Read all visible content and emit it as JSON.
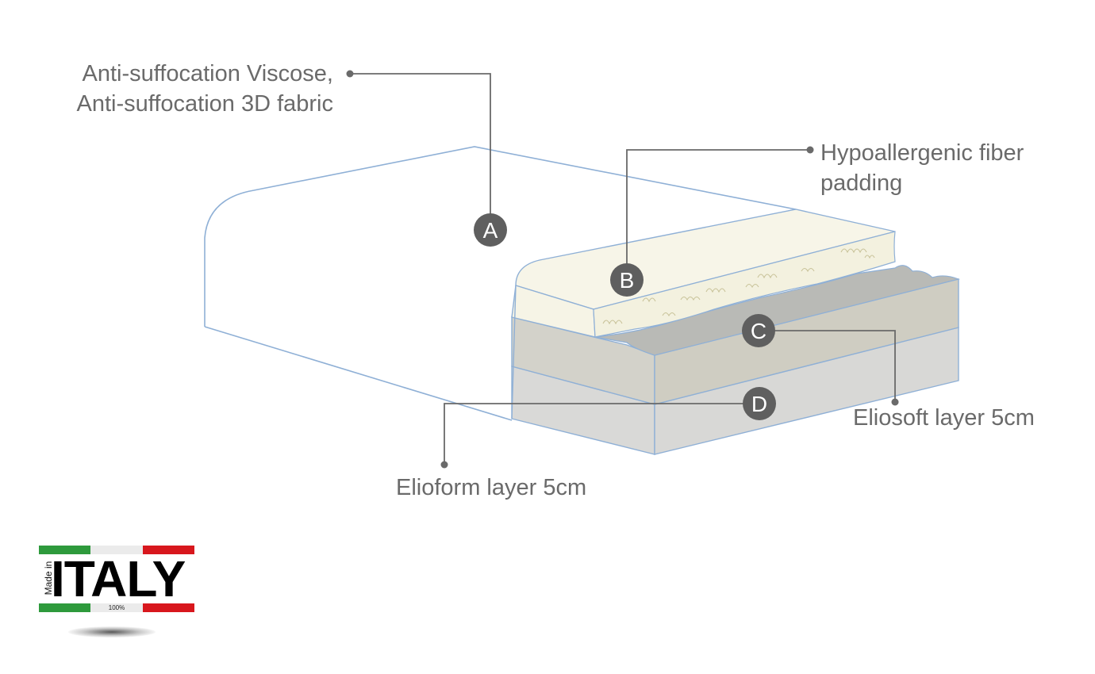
{
  "callouts": [
    {
      "marker": "A",
      "label_line1": "Anti-suffocation Viscose,",
      "label_line2": "Anti-suffocation 3D fabric"
    },
    {
      "marker": "B",
      "label_line1": "Hypoallergenic fiber",
      "label_line2": "padding"
    },
    {
      "marker": "C",
      "label_line1": "Eliosoft layer 5cm"
    },
    {
      "marker": "D",
      "label_line1": "Elioform layer 5cm"
    }
  ],
  "logo": {
    "made_in": "Made in",
    "country": "ITALY",
    "percent": "100%",
    "flag_colors": [
      "#2e9a3c",
      "#ebebeb",
      "#d8171d"
    ]
  },
  "colors": {
    "outline": "#8fb0d6",
    "leader": "#6a6a6a",
    "marker_bg": "#5f5f5f",
    "fiber_layer": "#f6f4e6",
    "eliosoft_layer": "#cfcec4",
    "elioform_layer": "#d8d8d6"
  }
}
